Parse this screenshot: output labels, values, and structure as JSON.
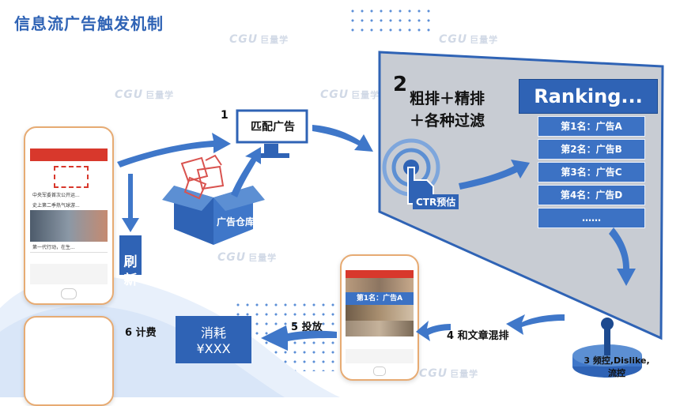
{
  "title": "信息流广告触发机制",
  "watermark": {
    "logo": "CGU",
    "text": "巨量学"
  },
  "steps": {
    "s1_number": "1",
    "s1_label": "匹配广告",
    "s2_number": "2",
    "s2_line1": "粗排＋精排",
    "s2_line2": "＋各种过滤",
    "s3_label": "3 频控,Dislike,\n流控",
    "s4_label": "4 和文章混排",
    "s5_label": "5 投放",
    "s6_label": "6 计费"
  },
  "ranking": {
    "title": "Ranking...",
    "items": [
      "第1名：广告A",
      "第2名：广告B",
      "第3名：广告C",
      "第4名：广告D",
      "……"
    ]
  },
  "ctr": {
    "label": "CTR预估"
  },
  "warehouse": {
    "label": "广告仓库"
  },
  "refresh": {
    "label": "刷\n新"
  },
  "cost": {
    "line1": "消耗",
    "line2": "¥XXX"
  },
  "phone_insert": {
    "label": "第1名：广告A"
  },
  "phone_news": {
    "headline1": "中央军委首次公开运...",
    "headline2": "史上第二季热气球游...",
    "headline3": "第一代行动，在生..."
  },
  "colors": {
    "accent": "#2f63b5",
    "gray_panel": "#c8ccd3",
    "arrow": "#3f77c9"
  }
}
